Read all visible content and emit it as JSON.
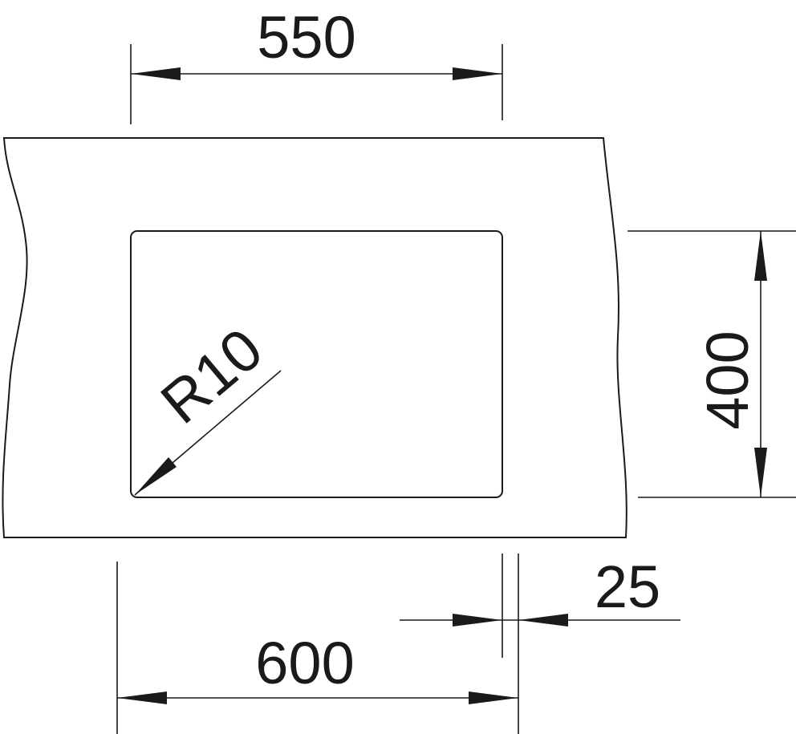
{
  "dimensions": {
    "top_width": "550",
    "height": "400",
    "radius": "R10",
    "bottom_width": "600",
    "offset": "25"
  },
  "colors": {
    "line": "#1a1a1a",
    "background": "#ffffff"
  }
}
